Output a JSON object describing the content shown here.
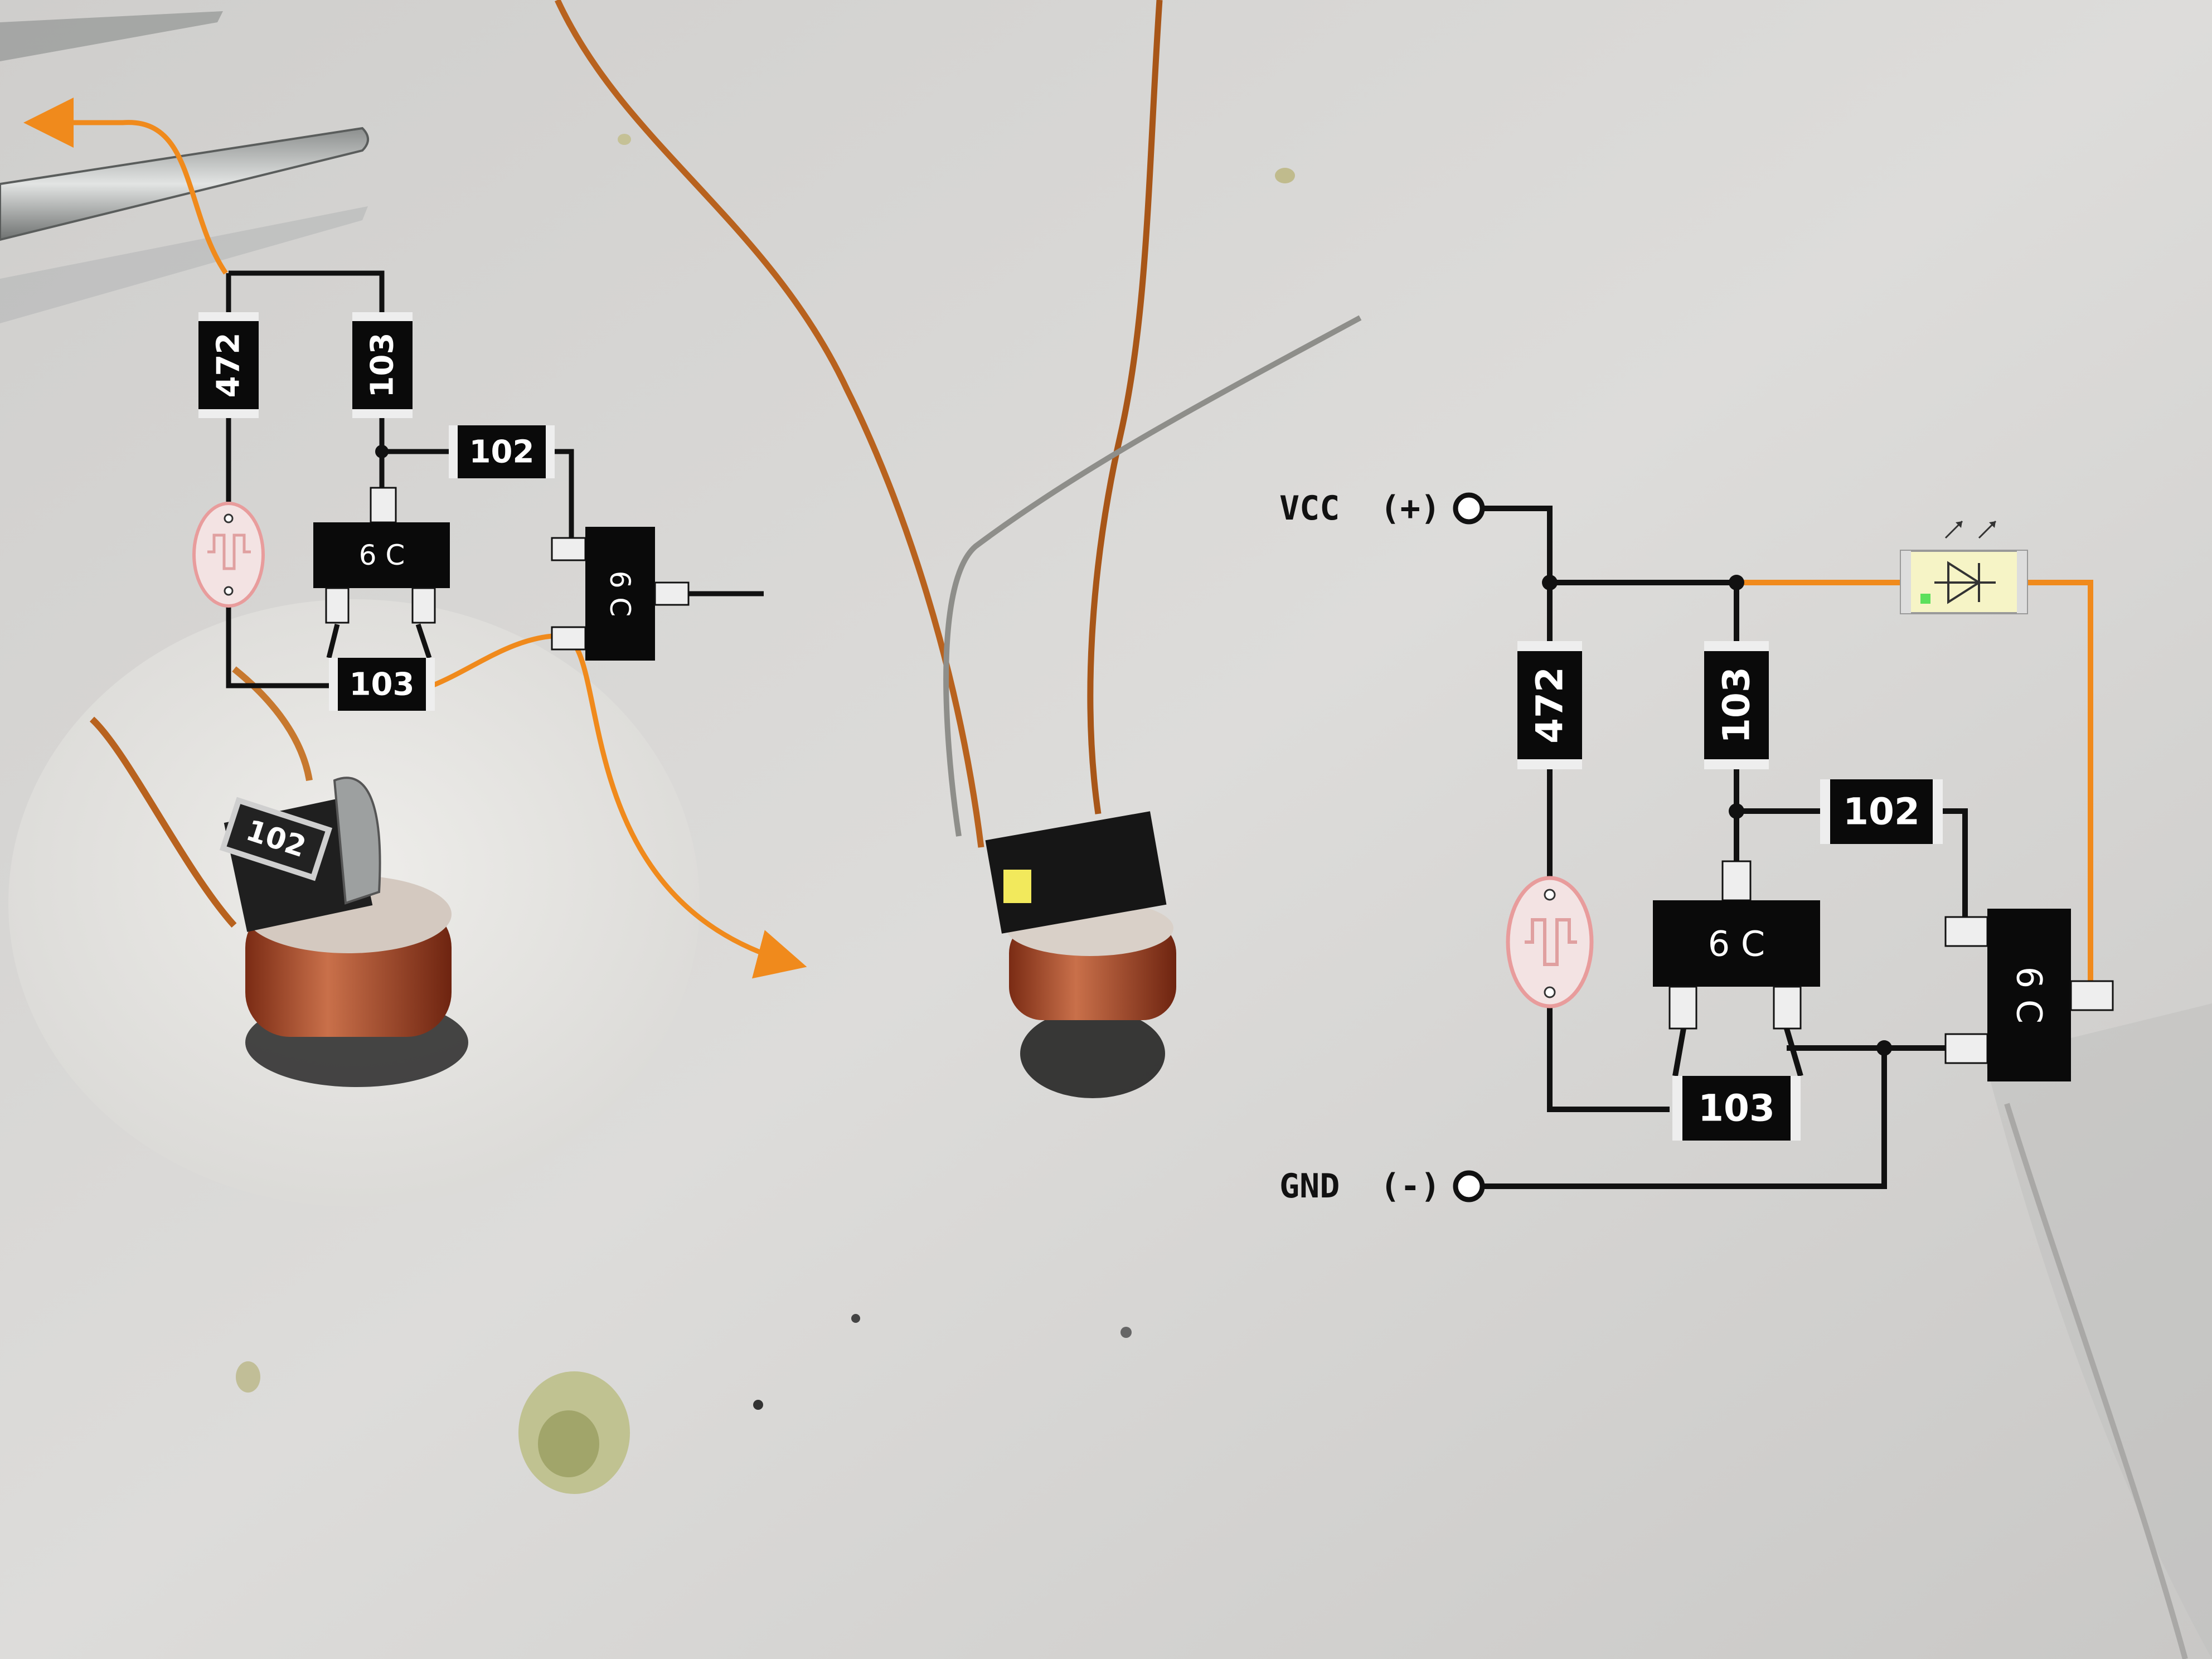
{
  "left_schematic": {
    "resistor_top_left": "472",
    "resistor_top_right": "103",
    "resistor_middle": "102",
    "ic_horizontal": "6 C",
    "ic_vertical": "6 C",
    "resistor_bottom": "103"
  },
  "inset_photo": {
    "chip_marking": "102"
  },
  "right_schematic": {
    "vcc_label": "VCC  (+)",
    "gnd_label": "GND  (-)",
    "resistor_top_left": "472",
    "resistor_top_right": "103",
    "resistor_middle": "102",
    "ic_horizontal": "6 C",
    "ic_vertical": "6 C",
    "resistor_bottom": "103",
    "led_icon": "led-diode-icon",
    "ldr_icon": "photoresistor-icon"
  },
  "colors": {
    "wire": "#111111",
    "highlight_wire": "#f08a1c",
    "component_body": "#0a0a0a",
    "pad": "#eeeeee",
    "led_body": "#f6f4c6",
    "ldr_outline": "#e89c9c",
    "paper": "#d7d6d4",
    "copper_wire": "#b8621e"
  }
}
